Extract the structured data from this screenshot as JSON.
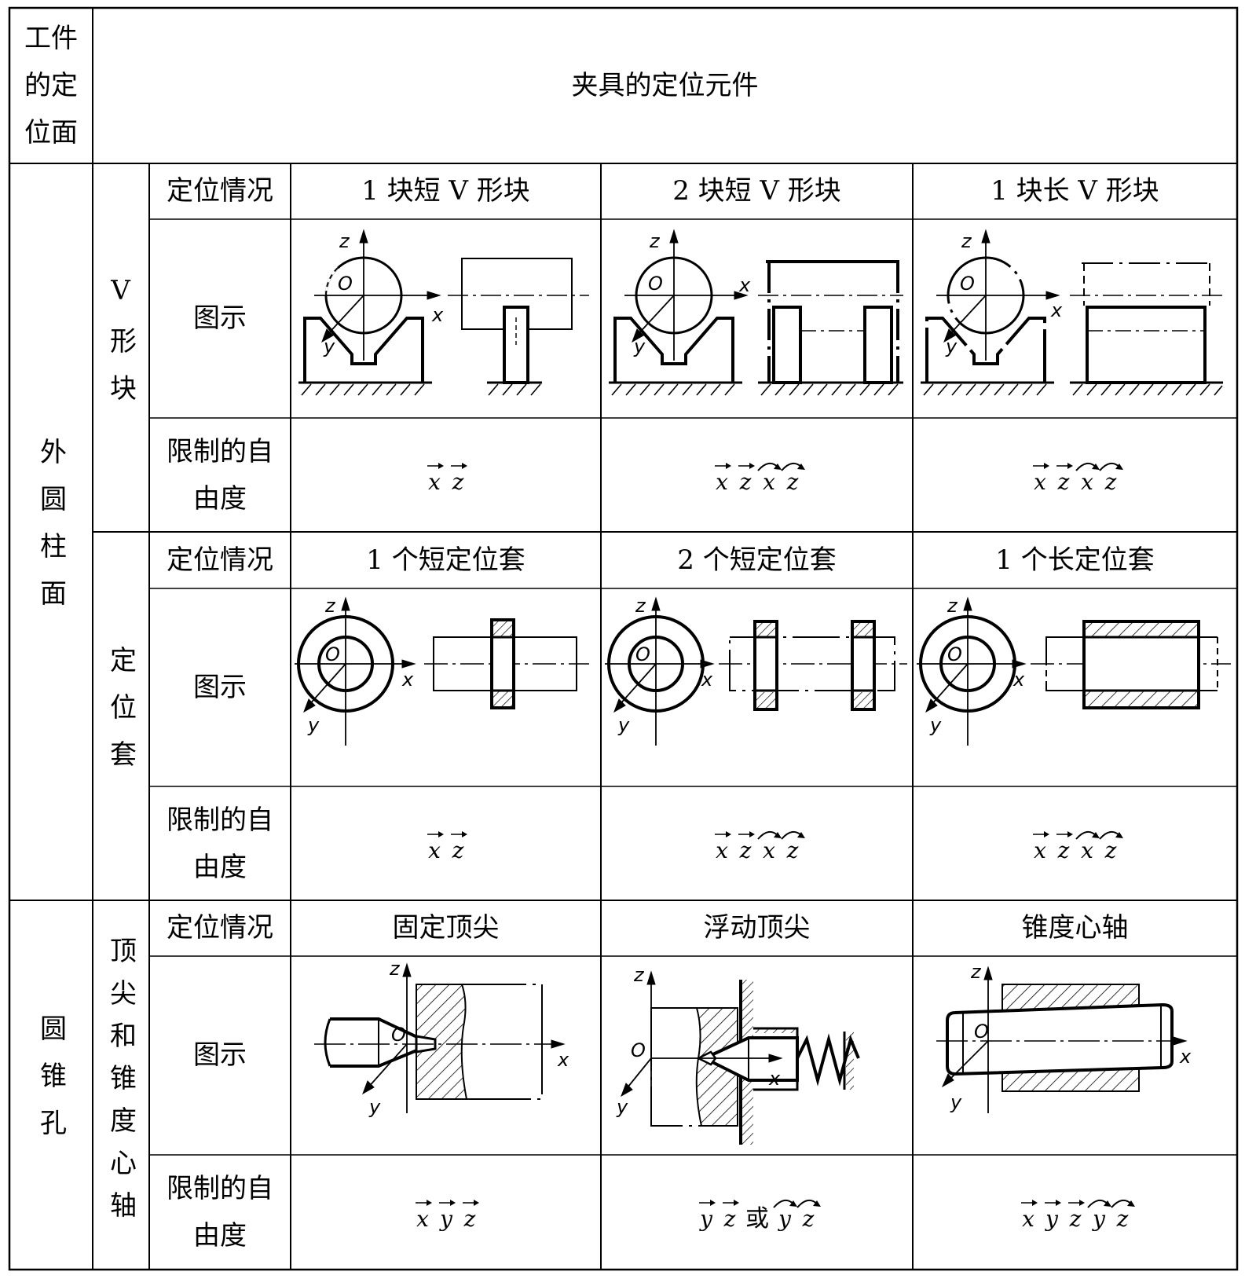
{
  "header": {
    "col1": "工件的定位面",
    "col2": "夹具的定位元件"
  },
  "row_labels": {
    "situation": "定位情况",
    "figure": "图示",
    "dof": "限制的自由度"
  },
  "groups": [
    {
      "surface": "外圆柱面",
      "subgroups": [
        {
          "element": "V形块",
          "cases": [
            "1 块短 V 形块",
            "2 块短 V 形块",
            "1 块长 V 形块"
          ],
          "dof": [
            {
              "moves": [
                "x",
                "z"
              ],
              "rots": [],
              "join": ""
            },
            {
              "moves": [
                "x",
                "z"
              ],
              "rots": [
                "x",
                "z"
              ],
              "join": ""
            },
            {
              "moves": [
                "x",
                "z"
              ],
              "rots": [
                "x",
                "z"
              ],
              "join": ""
            }
          ]
        },
        {
          "element": "定位套",
          "cases": [
            "1 个短定位套",
            "2 个短定位套",
            "1 个长定位套"
          ],
          "dof": [
            {
              "moves": [
                "x",
                "z"
              ],
              "rots": [],
              "join": ""
            },
            {
              "moves": [
                "x",
                "z"
              ],
              "rots": [
                "x",
                "z"
              ],
              "join": ""
            },
            {
              "moves": [
                "x",
                "z"
              ],
              "rots": [
                "x",
                "z"
              ],
              "join": ""
            }
          ]
        }
      ]
    },
    {
      "surface": "圆锥孔",
      "subgroups": [
        {
          "element": "顶尖和锥度心轴",
          "cases": [
            "固定顶尖",
            "浮动顶尖",
            "锥度心轴"
          ],
          "dof": [
            {
              "moves": [
                "x",
                "y",
                "z"
              ],
              "rots": [],
              "join": ""
            },
            {
              "moves": [
                "y",
                "z"
              ],
              "rots": [
                "y",
                "z"
              ],
              "join": "或"
            },
            {
              "moves": [
                "x",
                "y",
                "z"
              ],
              "rots": [
                "y",
                "z"
              ],
              "join": ""
            }
          ]
        }
      ]
    }
  ],
  "axis_labels": {
    "z": "z",
    "x": "x",
    "y": "y",
    "o": "O"
  }
}
